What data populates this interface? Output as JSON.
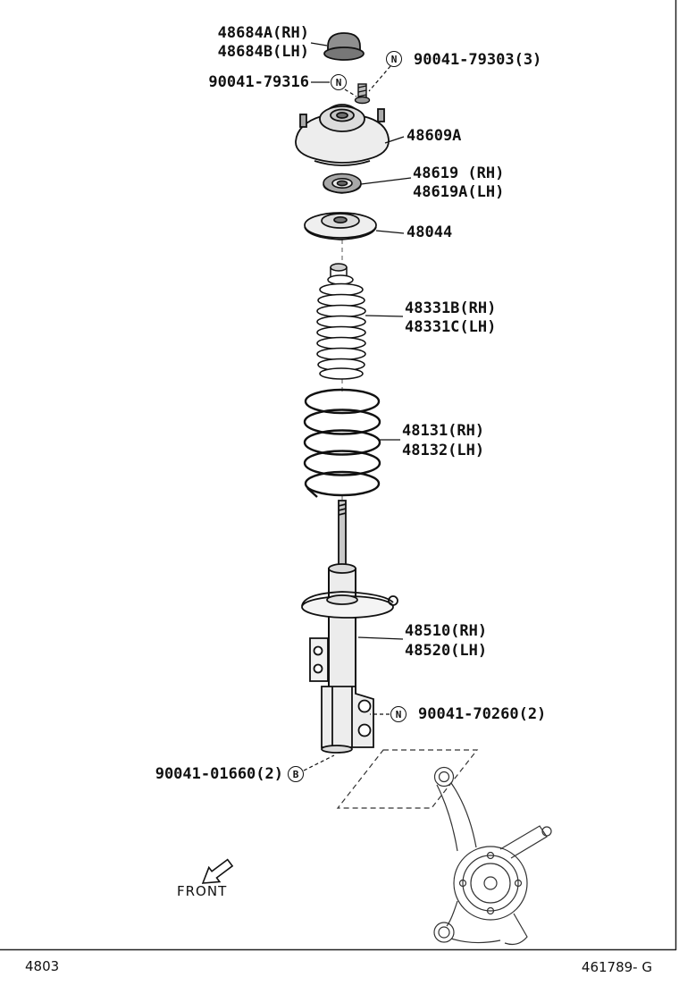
{
  "parts": {
    "cap_rh": "48684A(RH)",
    "cap_lh": "48684B(LH)",
    "support_nut": "90041-79316",
    "support_nut_alt": "90041-79303(3)",
    "support": "48609A",
    "bearing_rh": "48619 (RH)",
    "bearing_lh": "48619A(LH)",
    "spring_seat": "48044",
    "boot_rh": "48331B(RH)",
    "boot_lh": "48331C(LH)",
    "spring_rh": "48131(RH)",
    "spring_lh": "48132(LH)",
    "strut_rh": "48510(RH)",
    "strut_lh": "48520(LH)",
    "bracket_nut": "90041-70260(2)",
    "bracket_bolt": "90041-01660(2)"
  },
  "markers": {
    "nut": "N",
    "bolt": "B"
  },
  "front": {
    "label": "FRONT"
  },
  "footer": {
    "page_number": "4803",
    "drawing_number": "461789- G"
  }
}
